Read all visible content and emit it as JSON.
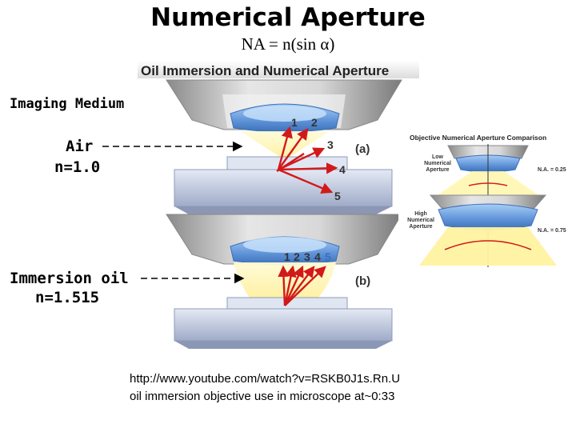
{
  "header": {
    "title": "Numerical Aperture",
    "formula": "NA = n(sin α)"
  },
  "figure": {
    "banner": "Oil Immersion and Numerical Aperture",
    "imaging_medium": "Imaging Medium",
    "air_label": "Air",
    "air_n": "n=1.0",
    "oil_label": "Immersion oil",
    "oil_n": "n=1.515",
    "panel_a": "(a)",
    "panel_b": "(b)",
    "rays_a": [
      "1",
      "2",
      "3",
      "4",
      "5"
    ],
    "rays_b": [
      "1",
      "2",
      "3",
      "4",
      "5"
    ]
  },
  "inset": {
    "title": "Objective Numerical Aperture Comparison",
    "low_label": [
      "Low",
      "Numerical",
      "Aperture"
    ],
    "high_label": [
      "High",
      "Numerical",
      "Aperture"
    ],
    "low_na": "N.A. = 0.25",
    "high_na": "N.A. = 0.75"
  },
  "footer": {
    "url": "http://www.youtube.com/watch?v=RSKB0J1s.Rn.U",
    "caption": "oil immersion objective use in microscope at~0:33"
  },
  "colors": {
    "lens_blue": "#5f93d8",
    "ray_red": "#d21919",
    "cone_yellow": "#fff4a8",
    "slide_blue": "#b7c3dc"
  }
}
